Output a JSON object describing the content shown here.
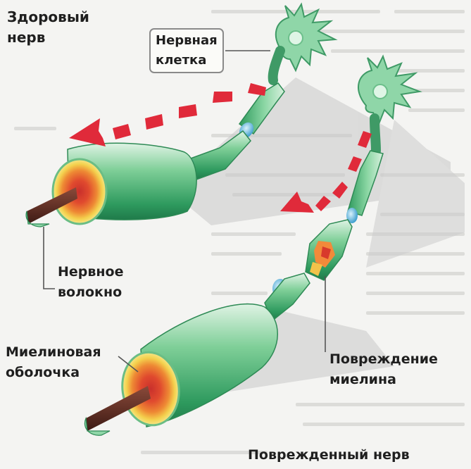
{
  "labels": {
    "healthy_nerve": "Здоровый\nнерв",
    "nerve_cell": "Нервная\nклетка",
    "nerve_fiber": "Нервное\nволокно",
    "myelin_sheath": "Миелиновая\nоболочка",
    "myelin_damage": "Повреждение\nмиелина",
    "damaged_nerve": "Поврежденный нерв"
  },
  "colors": {
    "axon_green": "#3aa66a",
    "axon_dark": "#1f7a4a",
    "node_blue": "#5fb8e0",
    "signal_red": "#e02a3a",
    "core_orange": "#e8742a",
    "core_yellow": "#f2d24a",
    "core_red": "#c9302c",
    "fiber_brown": "#5a2a22"
  },
  "icons": {
    "healthy_arrow": "red-dashed-arrow-icon",
    "damaged_arrow": "red-dashed-arrow-icon"
  }
}
